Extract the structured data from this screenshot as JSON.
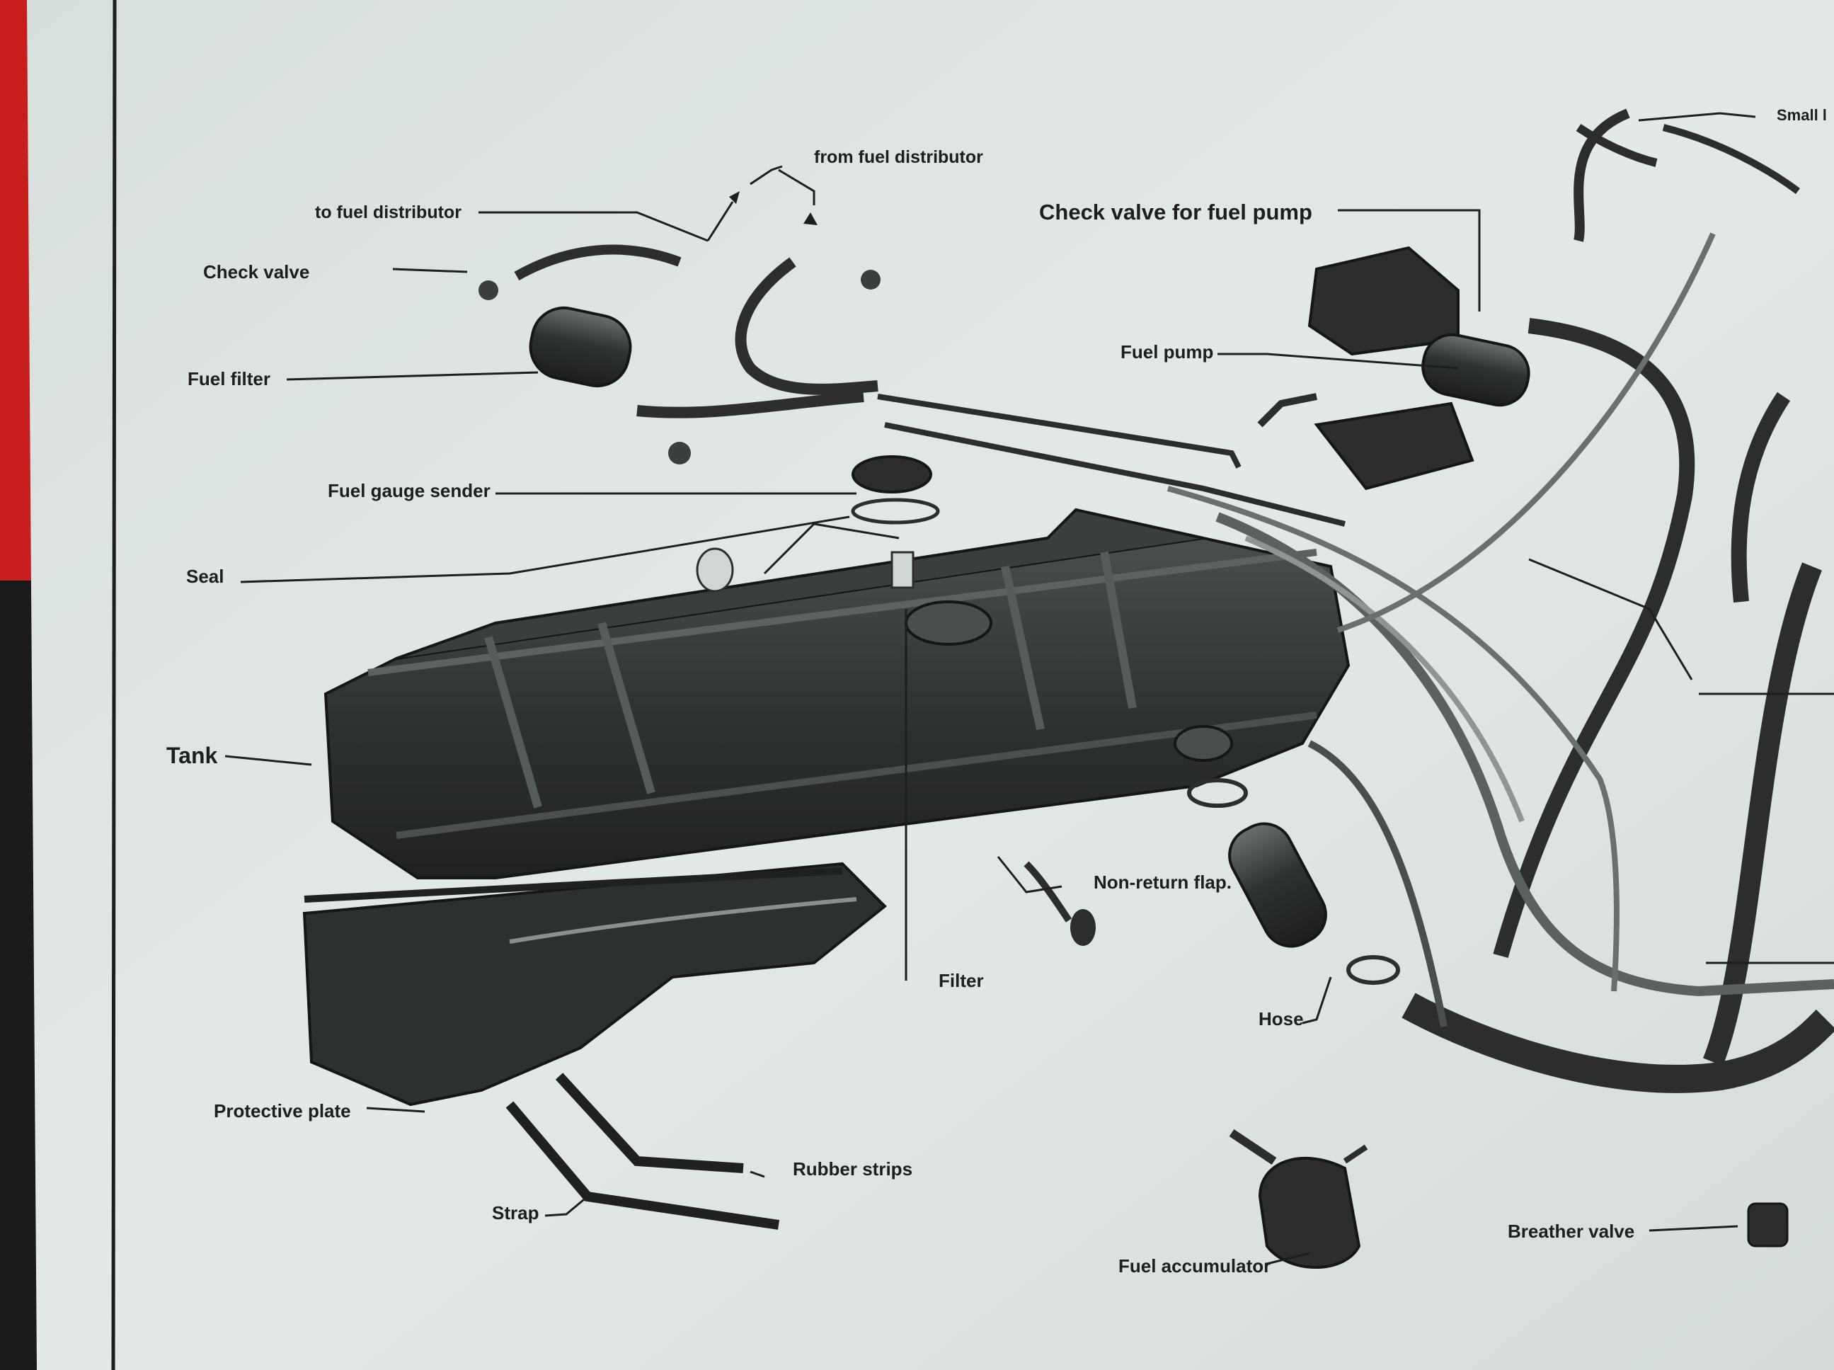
{
  "labels": {
    "to_fuel_distributor": "to fuel distributor",
    "from_fuel_distributor": "from fuel distributor",
    "check_valve": "Check valve",
    "fuel_filter": "Fuel filter",
    "fuel_gauge_sender": "Fuel gauge sender",
    "seal": "Seal",
    "tank": "Tank",
    "protective_plate": "Protective plate",
    "rubber_strips": "Rubber strips",
    "strap": "Strap",
    "filter": "Filter",
    "non_return_flap": "Non-return flap.",
    "hose": "Hose",
    "fuel_accumulator": "Fuel accumulator",
    "check_valve_for_fuel_pump": "Check valve for fuel pump",
    "fuel_pump": "Fuel pump",
    "breather_valve": "Breather valve",
    "small_cut": "Small l"
  },
  "colors": {
    "paper": "#e1e7e4",
    "ink": "#1d1f1e",
    "part": "#2b2e2c",
    "red_edge": "#c81e1e",
    "dark_edge": "#1b1b1b"
  }
}
